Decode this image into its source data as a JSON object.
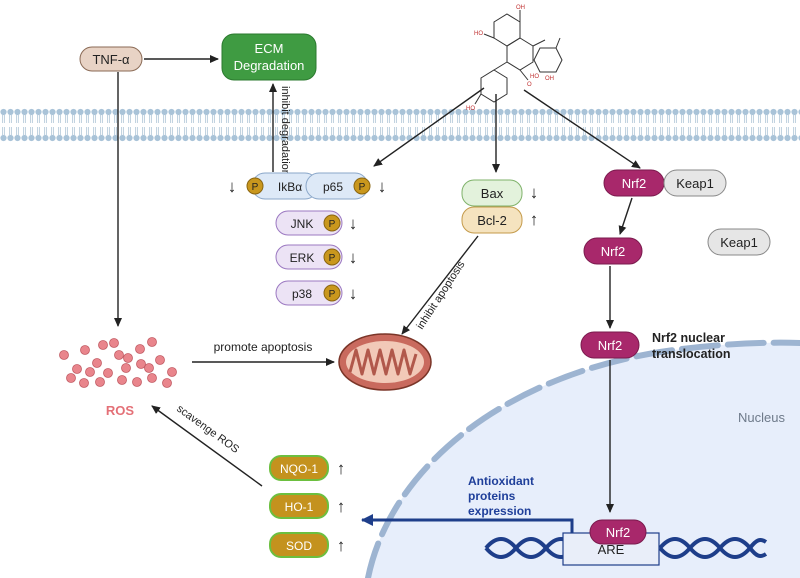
{
  "labels": {
    "tnf": "TNF-α",
    "ecm_line1": "ECM",
    "ecm_line2": "Degradation",
    "inhibit_degradation": "inhibit degradation",
    "p": "P",
    "ikba": "IkBα",
    "p65": "p65",
    "jnk": "JNK",
    "erk": "ERK",
    "p38": "p38",
    "bax": "Bax",
    "bcl2": "Bcl-2",
    "inhibit_apoptosis": "inhibit apoptosis",
    "nrf2": "Nrf2",
    "keap1": "Keap1",
    "translocation_line1": "Nrf2 nuclear",
    "translocation_line2": "translocation",
    "nucleus": "Nucleus",
    "ros": "ROS",
    "promote_apoptosis": "promote apoptosis",
    "scavenge_ros": "scavenge ROS",
    "nqo1": "NQO-1",
    "ho1": "HO-1",
    "sod": "SOD",
    "antiox_line1": "Antioxidant",
    "antiox_line2": "proteins",
    "antiox_line3": "expression",
    "are": "ARE",
    "down_arrow": "↓",
    "up_arrow": "↑"
  },
  "colors": {
    "tnf_fill": "#e8d3c5",
    "ecm_fill": "#3f9b42",
    "membrane": "#a9c3d8",
    "protein_blue": "#dde9f7",
    "protein_purple": "#ece3f5",
    "phospho": "#c9971d",
    "bax_fill": "#e3f2dc",
    "bcl2_fill": "#f5e3bf",
    "nrf2_fill": "#a8286b",
    "keap1_fill": "#e6e6e6",
    "nucleus_fill": "#e7eefb",
    "ros": "#e9858c",
    "antiox_fill": "#c4921e",
    "antiox_border": "#6cbf3f",
    "antiox_text": "#1f3f9a",
    "dna": "#1e3e8a"
  }
}
